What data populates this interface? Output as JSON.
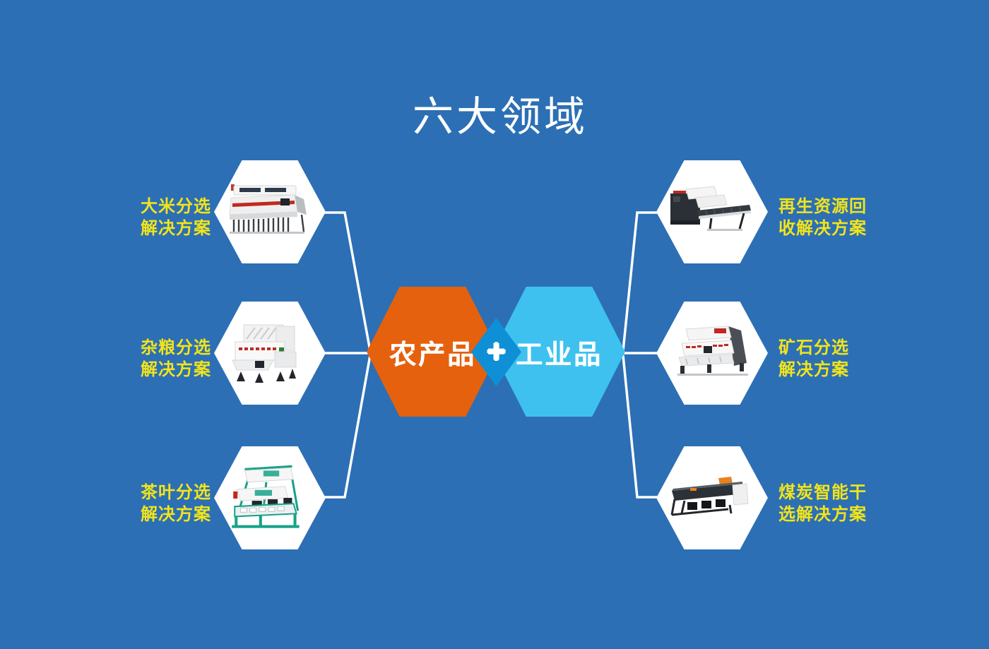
{
  "title": "六大领域",
  "background_color": "#2c6fb5",
  "label_color": "#f2e41a",
  "line_color": "#ffffff",
  "center": {
    "agri": {
      "label": "农产品",
      "color": "#e5610d"
    },
    "industry": {
      "label": "工业品",
      "color": "#3ec1ef"
    },
    "plus": "+",
    "plus_diamond_color": "#0e8fd6"
  },
  "left_items": [
    {
      "line1": "大米分选",
      "line2": "解决方案",
      "image": "rice-color-sorter"
    },
    {
      "line1": "杂粮分选",
      "line2": "解决方案",
      "image": "grain-color-sorter"
    },
    {
      "line1": "茶叶分选",
      "line2": "解决方案",
      "image": "tea-color-sorter"
    }
  ],
  "right_items": [
    {
      "line1": "再生资源回",
      "line2": "收解决方案",
      "image": "recycling-sorter"
    },
    {
      "line1": "矿石分选",
      "line2": "解决方案",
      "image": "ore-sorter"
    },
    {
      "line1": "煤炭智能干",
      "line2": "选解决方案",
      "image": "coal-dry-sorter"
    }
  ]
}
